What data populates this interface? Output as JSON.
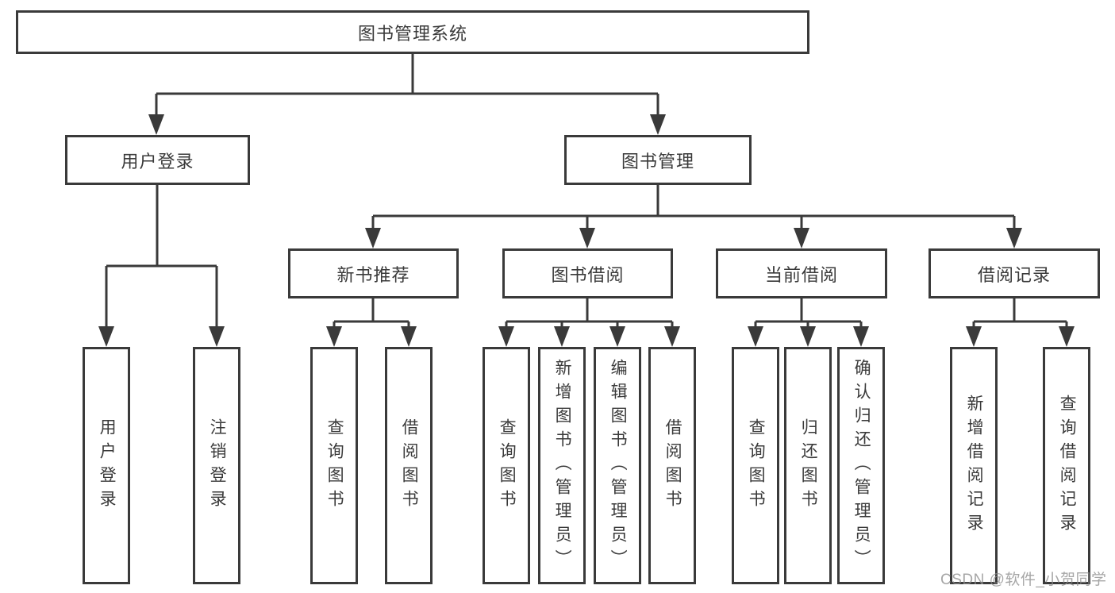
{
  "colors": {
    "line": "#3a3a3a",
    "text": "#3a3a3a",
    "box_background": "#ffffff",
    "watermark": "#8e8e8e"
  },
  "watermark": "CSDN @软件_小贺同学",
  "tree": {
    "root": {
      "label": "图书管理系统"
    },
    "level2": [
      {
        "label": "用户登录"
      },
      {
        "label": "图书管理"
      }
    ],
    "level3": [
      {
        "label": "新书推荐",
        "parent": "图书管理"
      },
      {
        "label": "图书借阅",
        "parent": "图书管理"
      },
      {
        "label": "当前借阅",
        "parent": "图书管理"
      },
      {
        "label": "借阅记录",
        "parent": "图书管理"
      }
    ],
    "leaves": [
      {
        "label": "用户登录",
        "parent": "用户登录"
      },
      {
        "label": "注销登录",
        "parent": "用户登录"
      },
      {
        "label": "查询图书",
        "parent": "新书推荐"
      },
      {
        "label": "借阅图书",
        "parent": "新书推荐"
      },
      {
        "label": "查询图书",
        "parent": "图书借阅"
      },
      {
        "label": "新增图书（管理员）",
        "parent": "图书借阅"
      },
      {
        "label": "编辑图书（管理员）",
        "parent": "图书借阅"
      },
      {
        "label": "借阅图书",
        "parent": "图书借阅"
      },
      {
        "label": "查询图书",
        "parent": "当前借阅"
      },
      {
        "label": "归还图书",
        "parent": "当前借阅"
      },
      {
        "label": "确认归还（管理员）",
        "parent": "当前借阅"
      },
      {
        "label": "新增借阅记录",
        "parent": "借阅记录"
      },
      {
        "label": "查询借阅记录",
        "parent": "借阅记录"
      }
    ]
  }
}
